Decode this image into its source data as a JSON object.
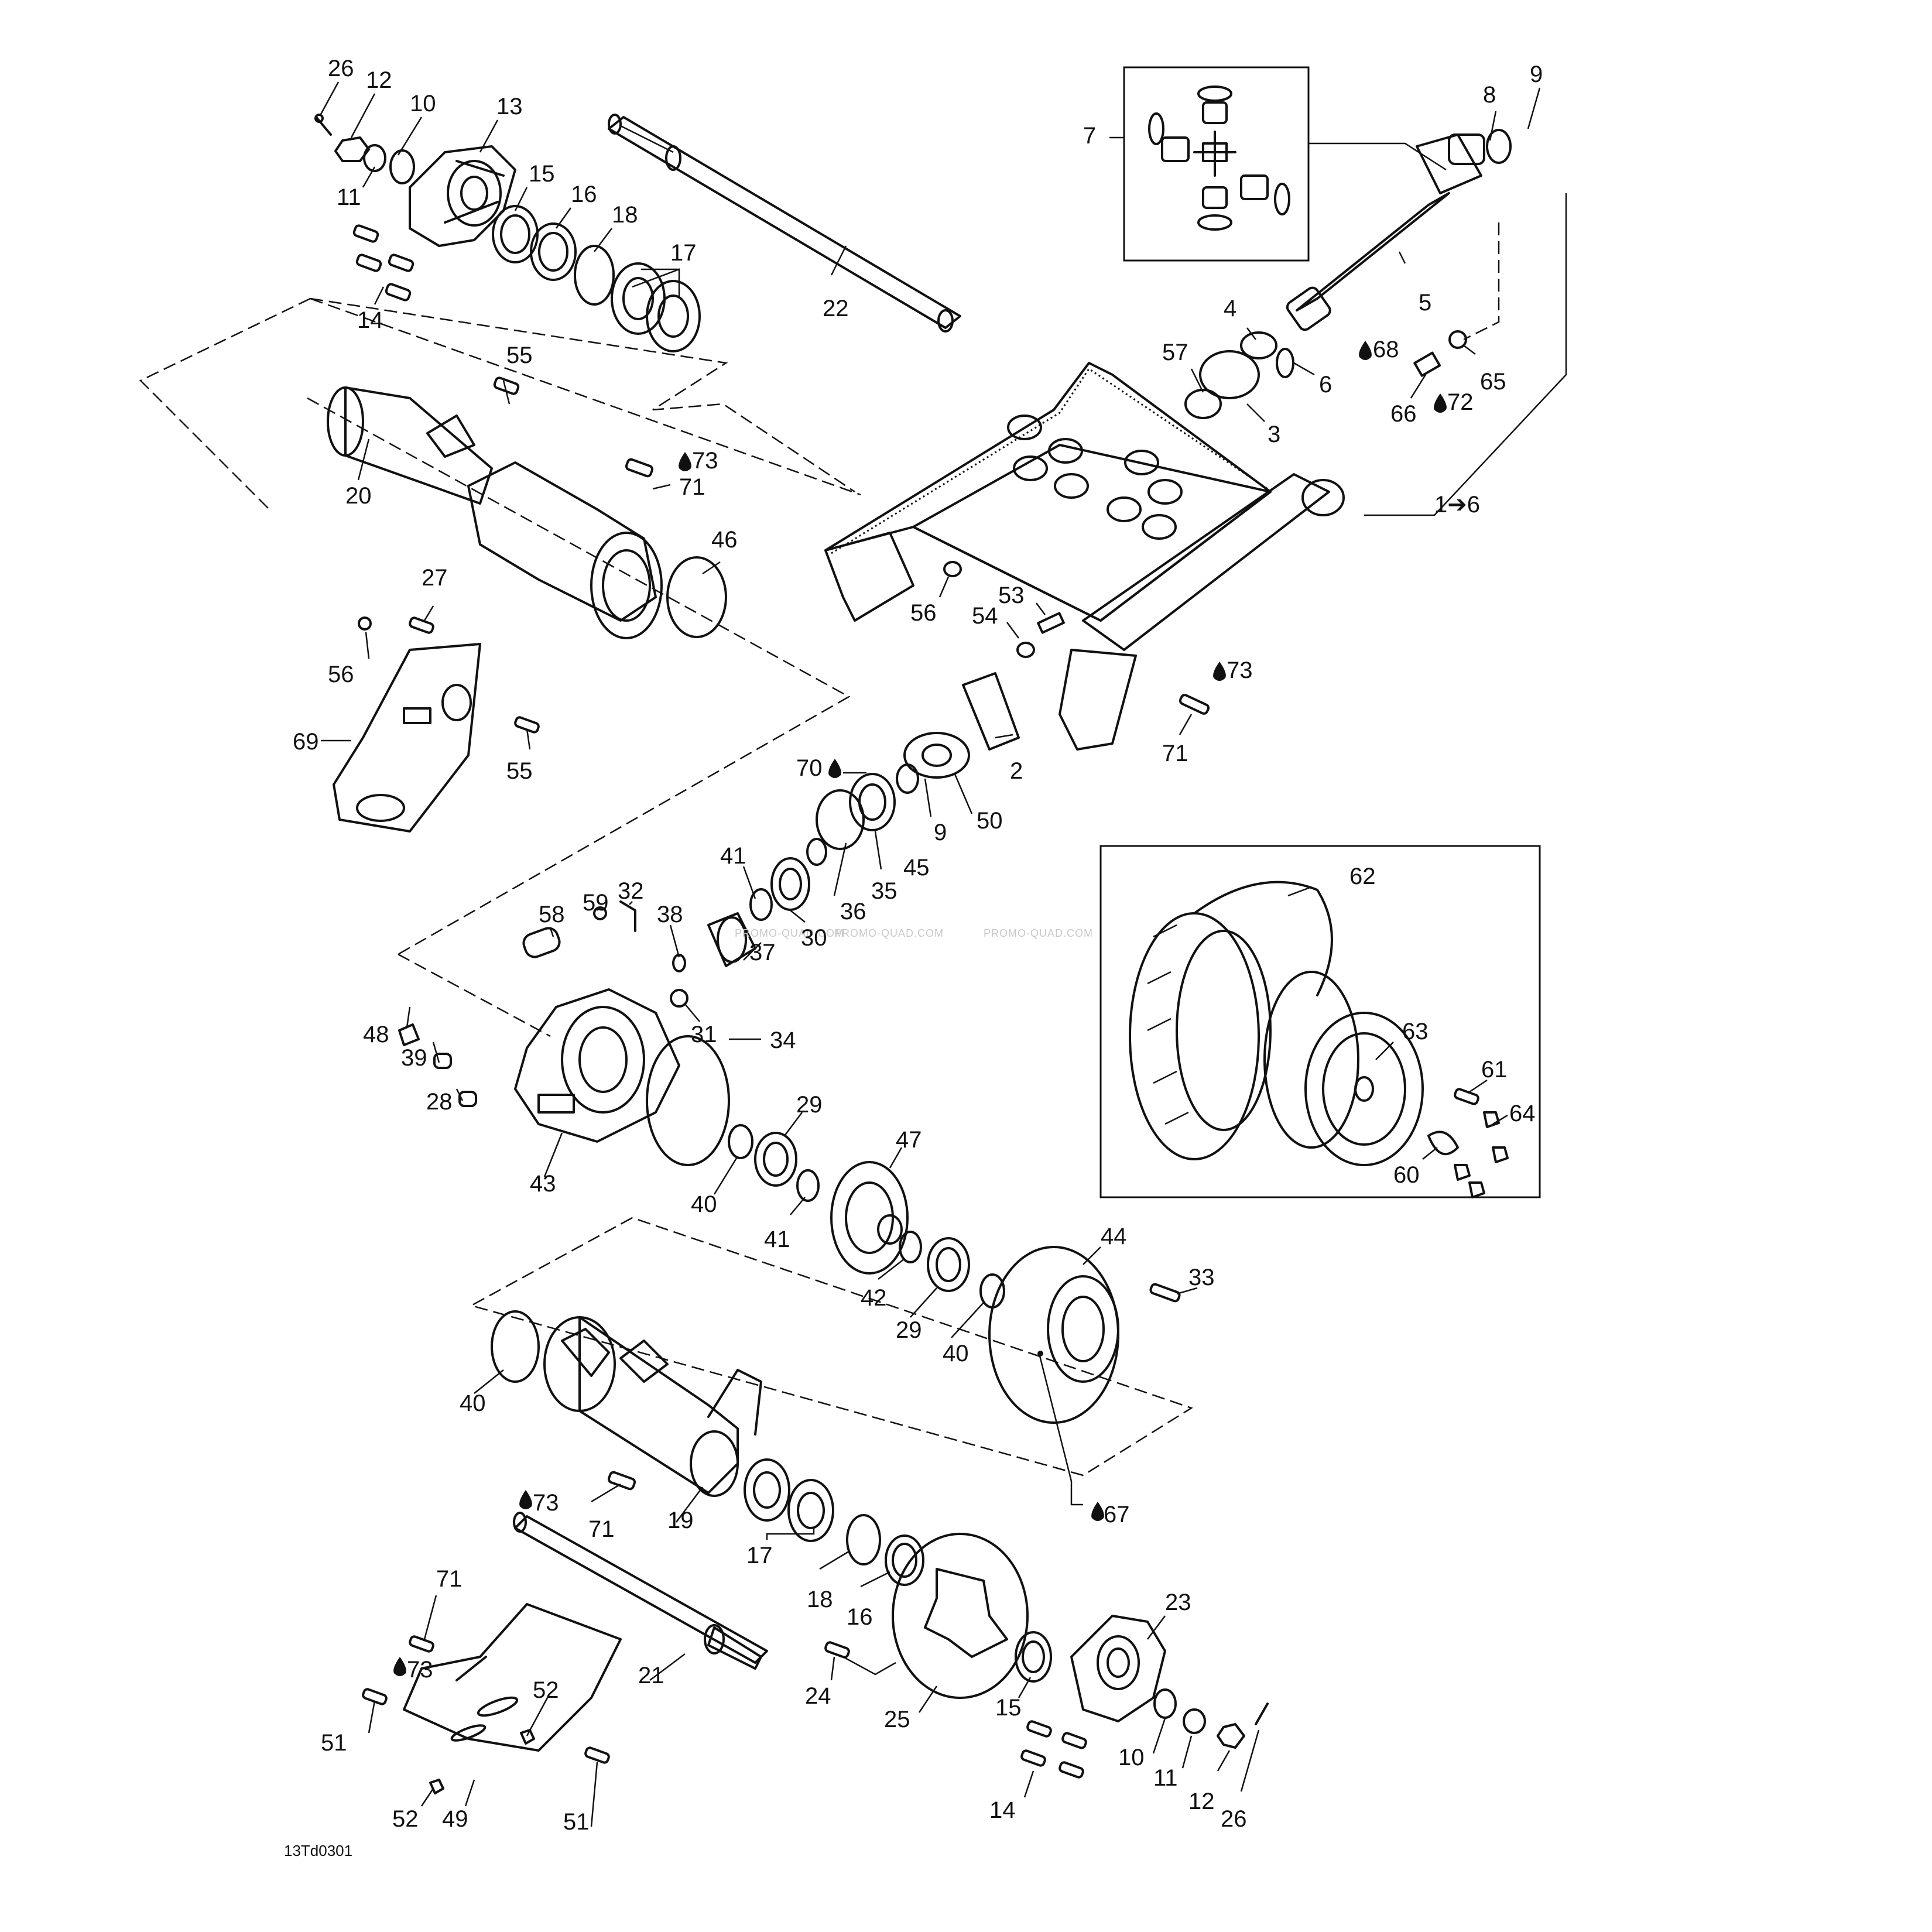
{
  "diagram": {
    "code": "13Td0301",
    "watermark": "PROMO-QUAD.COM",
    "oil_symbol": "drop-icon",
    "labels": [
      {
        "id": "l26a",
        "text": "26"
      },
      {
        "id": "l12a",
        "text": "12"
      },
      {
        "id": "l10a",
        "text": "10"
      },
      {
        "id": "l13",
        "text": "13"
      },
      {
        "id": "l11a",
        "text": "11"
      },
      {
        "id": "l15a",
        "text": "15"
      },
      {
        "id": "l16a",
        "text": "16"
      },
      {
        "id": "l18a",
        "text": "18"
      },
      {
        "id": "l17a",
        "text": "17"
      },
      {
        "id": "l14a",
        "text": "14"
      },
      {
        "id": "l22",
        "text": "22"
      },
      {
        "id": "l7",
        "text": "7"
      },
      {
        "id": "l8",
        "text": "8"
      },
      {
        "id": "l9a",
        "text": "9"
      },
      {
        "id": "l5",
        "text": "5"
      },
      {
        "id": "l4",
        "text": "4"
      },
      {
        "id": "l57",
        "text": "57"
      },
      {
        "id": "l6",
        "text": "6"
      },
      {
        "id": "l3",
        "text": "3"
      },
      {
        "id": "l68",
        "text": "68"
      },
      {
        "id": "l65",
        "text": "65"
      },
      {
        "id": "l66",
        "text": "66"
      },
      {
        "id": "l72",
        "text": "72"
      },
      {
        "id": "l1to6",
        "text": "1➔6"
      },
      {
        "id": "l55a",
        "text": "55"
      },
      {
        "id": "l20",
        "text": "20"
      },
      {
        "id": "l73a",
        "text": "73"
      },
      {
        "id": "l71a",
        "text": "71"
      },
      {
        "id": "l46",
        "text": "46"
      },
      {
        "id": "l56a",
        "text": "56"
      },
      {
        "id": "l27",
        "text": "27"
      },
      {
        "id": "l56b",
        "text": "56"
      },
      {
        "id": "l69",
        "text": "69"
      },
      {
        "id": "l55b",
        "text": "55"
      },
      {
        "id": "l53",
        "text": "53"
      },
      {
        "id": "l54",
        "text": "54"
      },
      {
        "id": "l73b",
        "text": "73"
      },
      {
        "id": "l71b",
        "text": "71"
      },
      {
        "id": "l2",
        "text": "2"
      },
      {
        "id": "l50",
        "text": "50"
      },
      {
        "id": "l70",
        "text": "70"
      },
      {
        "id": "l9b",
        "text": "9"
      },
      {
        "id": "l45",
        "text": "45"
      },
      {
        "id": "l35",
        "text": "35"
      },
      {
        "id": "l41a",
        "text": "41"
      },
      {
        "id": "l36",
        "text": "36"
      },
      {
        "id": "l30",
        "text": "30"
      },
      {
        "id": "l58",
        "text": "58"
      },
      {
        "id": "l59",
        "text": "59"
      },
      {
        "id": "l32",
        "text": "32"
      },
      {
        "id": "l38",
        "text": "38"
      },
      {
        "id": "l37",
        "text": "37"
      },
      {
        "id": "l31",
        "text": "31"
      },
      {
        "id": "l48",
        "text": "48"
      },
      {
        "id": "l39",
        "text": "39"
      },
      {
        "id": "l28",
        "text": "28"
      },
      {
        "id": "l34",
        "text": "34"
      },
      {
        "id": "l43",
        "text": "43"
      },
      {
        "id": "l29a",
        "text": "29"
      },
      {
        "id": "l40a",
        "text": "40"
      },
      {
        "id": "l41b",
        "text": "41"
      },
      {
        "id": "l47",
        "text": "47"
      },
      {
        "id": "l62",
        "text": "62"
      },
      {
        "id": "l63",
        "text": "63"
      },
      {
        "id": "l61",
        "text": "61"
      },
      {
        "id": "l64",
        "text": "64"
      },
      {
        "id": "l60",
        "text": "60"
      },
      {
        "id": "l44",
        "text": "44"
      },
      {
        "id": "l33",
        "text": "33"
      },
      {
        "id": "l42",
        "text": "42"
      },
      {
        "id": "l29b",
        "text": "29"
      },
      {
        "id": "l40b",
        "text": "40"
      },
      {
        "id": "l40c",
        "text": "40"
      },
      {
        "id": "l67",
        "text": "67"
      },
      {
        "id": "l73c",
        "text": "73"
      },
      {
        "id": "l71c",
        "text": "71"
      },
      {
        "id": "l19",
        "text": "19"
      },
      {
        "id": "l17b",
        "text": "17"
      },
      {
        "id": "l18b",
        "text": "18"
      },
      {
        "id": "l16b",
        "text": "16"
      },
      {
        "id": "l71d",
        "text": "71"
      },
      {
        "id": "l73d",
        "text": "73"
      },
      {
        "id": "l21",
        "text": "21"
      },
      {
        "id": "l24",
        "text": "24"
      },
      {
        "id": "l25",
        "text": "25"
      },
      {
        "id": "l15b",
        "text": "15"
      },
      {
        "id": "l23",
        "text": "23"
      },
      {
        "id": "l52a",
        "text": "52"
      },
      {
        "id": "l51a",
        "text": "51"
      },
      {
        "id": "l52b",
        "text": "52"
      },
      {
        "id": "l49",
        "text": "49"
      },
      {
        "id": "l51b",
        "text": "51"
      },
      {
        "id": "l10b",
        "text": "10"
      },
      {
        "id": "l11b",
        "text": "11"
      },
      {
        "id": "l12b",
        "text": "12"
      },
      {
        "id": "l26b",
        "text": "26"
      },
      {
        "id": "l14b",
        "text": "14"
      }
    ]
  }
}
